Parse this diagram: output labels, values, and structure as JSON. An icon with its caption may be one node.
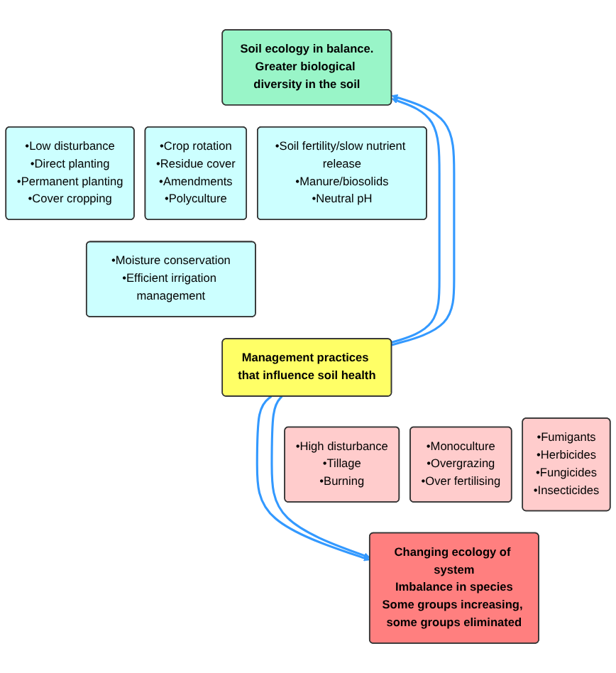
{
  "diagram": {
    "nodes": [
      {
        "text": [
          "Soil ecology in balance.",
          "Greater biological diversity in the soil"
        ]
      },
      {
        "text": [
          "•Low disturbance",
          "•Direct planting",
          "•Permanent planting",
          "•Cover cropping"
        ]
      },
      {
        "text": [
          "•Crop rotation",
          "•Residue cover",
          "•Amendments",
          "•Polyculture"
        ]
      },
      {
        "text": [
          "•Soil fertility/slow nutrient release",
          "•Manure/biosolids",
          "•Neutral pH"
        ]
      },
      {
        "text": [
          "•Moisture conservation",
          "•Efficient irrigation management"
        ]
      },
      {
        "text": [
          "Management practices that influence soil health"
        ]
      },
      {
        "text": [
          "•High disturbance",
          "•Tillage",
          "•Burning"
        ]
      },
      {
        "text": [
          "•Monoculture",
          "•Overgrazing",
          "•Over fertilising"
        ]
      },
      {
        "text": [
          "•Fumigants",
          "•Herbicides",
          "•Fungicides",
          "•Insecticides"
        ]
      },
      {
        "text": [
          "Changing ecology of system",
          "Imbalance in species",
          "Some groups increasing, some groups eliminated"
        ]
      }
    ],
    "edges": [
      {
        "from": 5,
        "to": 0,
        "arrow": "to"
      },
      {
        "from": 5,
        "to": 0,
        "arrow": "to"
      },
      {
        "from": 5,
        "to": 9,
        "arrow": "to"
      },
      {
        "from": 5,
        "to": 9,
        "arrow": "to"
      }
    ]
  }
}
